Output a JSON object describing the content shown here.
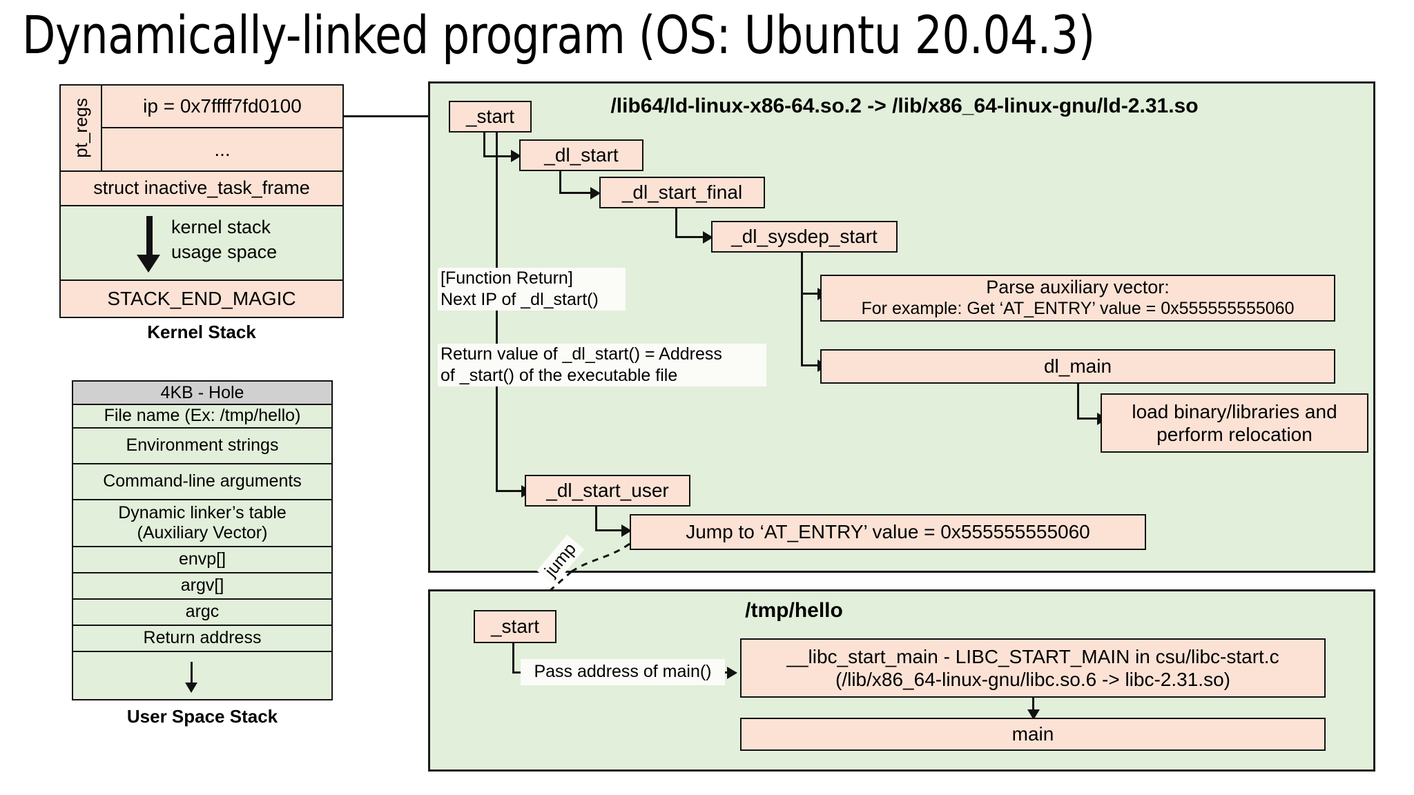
{
  "title": "Dynamically-linked program (OS: Ubuntu 20.04.3)",
  "colors": {
    "panel_green": "#E2EFDA",
    "box_peach": "#FBE2D5",
    "hole_gray": "#D0D0D0",
    "stroke": "#111111",
    "note_bg": "#FBFBF8"
  },
  "kernel_stack": {
    "caption": "Kernel Stack",
    "pt_regs_label": "pt_regs",
    "ip_row": "ip = 0x7ffff7fd0100",
    "ellipsis_row": "...",
    "inactive_frame": "struct inactive_task_frame",
    "usage_space_line1": "kernel stack",
    "usage_space_line2": "usage space",
    "stack_end": "STACK_END_MAGIC"
  },
  "user_stack": {
    "caption": "User Space Stack",
    "rows": [
      "4KB - Hole",
      "File name (Ex: /tmp/hello)",
      "Environment strings",
      "Command-line arguments",
      "Dynamic linker’s table\n(Auxiliary Vector)",
      "envp[]",
      "argv[]",
      "argc",
      "Return address"
    ]
  },
  "linker_panel": {
    "header": "/lib64/ld-linux-x86-64.so.2 -> /lib/x86_64-linux-gnu/ld-2.31.so",
    "boxes": {
      "start": "_start",
      "dl_start": "_dl_start",
      "dl_start_final": "_dl_start_final",
      "dl_sysdep_start": "_dl_sysdep_start",
      "parse_aux_line1": "Parse auxiliary vector:",
      "parse_aux_line2": "For example: Get ‘AT_ENTRY’ value = 0x555555555060",
      "dl_main": "dl_main",
      "load_binary": "load binary/libraries and\nperform relocation",
      "dl_start_user": "_dl_start_user",
      "jump_at_entry": "Jump to ‘AT_ENTRY’ value = 0x555555555060"
    },
    "notes": {
      "function_return": "[Function Return]\nNext IP of _dl_start()",
      "return_value": "Return value of _dl_start() = Address\nof _start() of the executable file"
    },
    "jump_label": "jump"
  },
  "exe_panel": {
    "header": "/tmp/hello",
    "boxes": {
      "start": "_start",
      "libc_start_main": "__libc_start_main - LIBC_START_MAIN in csu/libc-start.c\n(/lib/x86_64-linux-gnu/libc.so.6 -> libc-2.31.so)",
      "main": "main"
    },
    "notes": {
      "pass_address": "Pass address of main()"
    }
  }
}
